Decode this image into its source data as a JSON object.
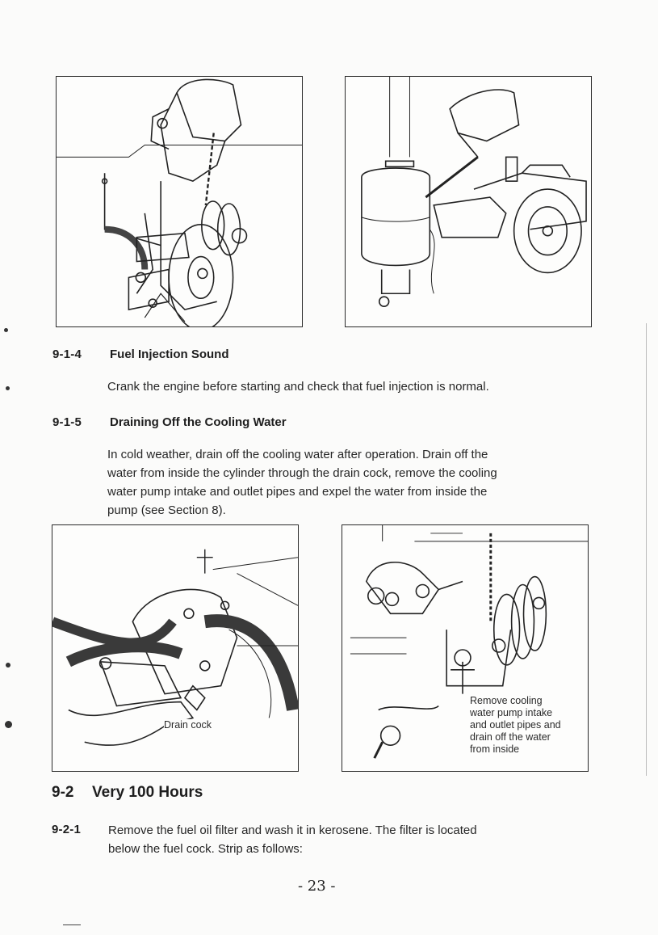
{
  "figures": {
    "top_left": {
      "caption": ""
    },
    "top_right": {
      "caption": ""
    },
    "bottom_left": {
      "caption": "Drain cock"
    },
    "bottom_right": {
      "caption_lines": [
        "Remove cooling",
        "water pump intake",
        "and outlet pipes and",
        "drain off the water",
        "from inside"
      ]
    }
  },
  "sections": [
    {
      "number": "9-1-4",
      "title": "Fuel Injection Sound",
      "body_lines": [
        "Crank the engine before starting and check that fuel injection is normal."
      ]
    },
    {
      "number": "9-1-5",
      "title": "Draining Off the Cooling Water",
      "body_lines": [
        "In cold weather, drain off the cooling water after operation.  Drain off the",
        "water from inside the cylinder through the drain cock, remove the cooling",
        "water pump intake and outlet pipes and expel the water from inside the",
        "pump (see Section 8)."
      ]
    }
  ],
  "major_section": {
    "number": "9-2",
    "title": "Very 100 Hours"
  },
  "subsection": {
    "number": "9-2-1",
    "body_lines": [
      "Remove the fuel oil filter and  wash it in kerosene.  The filter is located",
      "below the fuel cock.  Strip as follows:"
    ]
  },
  "page_number": "- 23 -"
}
